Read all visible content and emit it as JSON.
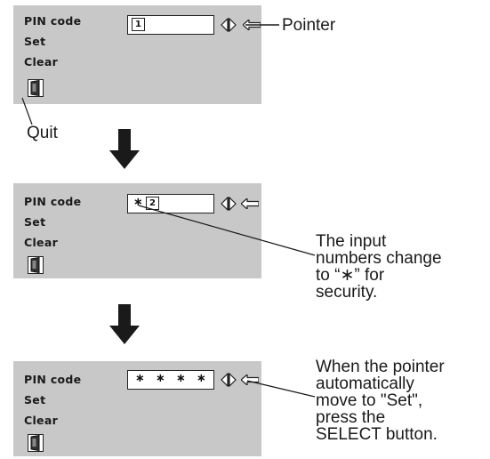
{
  "panel_1": {
    "menu": [
      "PIN code",
      "Set",
      "Clear"
    ],
    "digit": "1",
    "icons": {
      "adjust": "left-right-adjust-icon",
      "pointer": "pointer-arrow-icon",
      "quit": "door-quit-icon"
    }
  },
  "panel_2": {
    "menu": [
      "PIN code",
      "Set",
      "Clear"
    ],
    "masked": "∗",
    "digit": "2"
  },
  "panel_3": {
    "menu": [
      "PIN code",
      "Set",
      "Clear"
    ],
    "masked": [
      "∗",
      "∗",
      "∗",
      "∗"
    ]
  },
  "callouts": {
    "pointer": "Pointer",
    "quit": "Quit",
    "security": "The input\nnumbers change\nto “∗” for\nsecurity.",
    "set": "When the pointer\nautomatically\nmove to \"Set\",\npress the\nSELECT button."
  },
  "colors": {
    "panel": "#c8c8c8",
    "ink": "#1a1a1a"
  }
}
